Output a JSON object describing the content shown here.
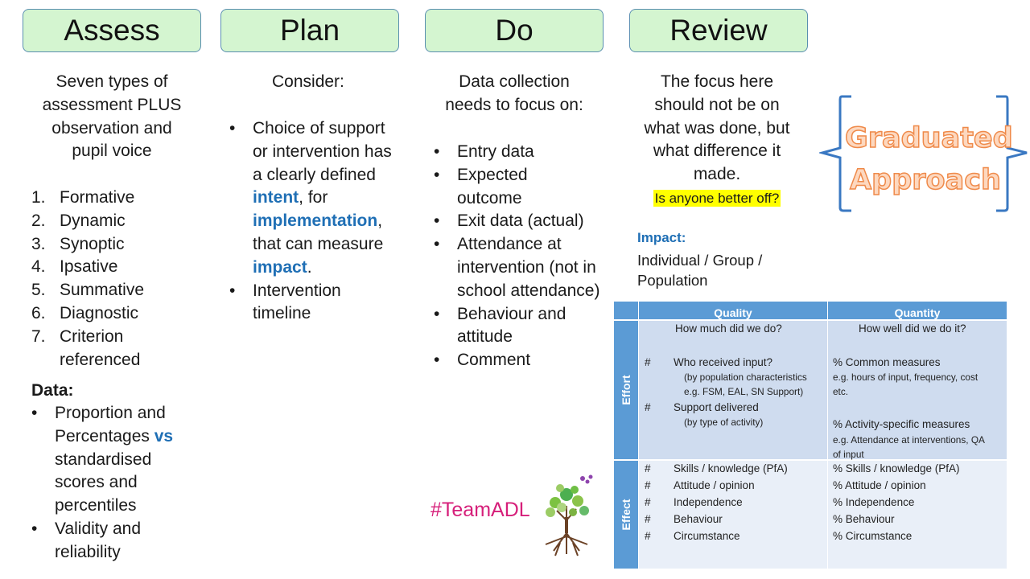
{
  "headers": [
    "Assess",
    "Plan",
    "Do",
    "Review"
  ],
  "assess": {
    "intro": [
      "Seven types of",
      "assessment PLUS",
      "observation and",
      "pupil voice"
    ],
    "types": [
      {
        "n": "1.",
        "text": "Formative"
      },
      {
        "n": "2.",
        "text": "Dynamic"
      },
      {
        "n": "3.",
        "text": "Synoptic"
      },
      {
        "n": "4.",
        "text": "Ipsative"
      },
      {
        "n": "5.",
        "text": "Summative"
      },
      {
        "n": "6.",
        "text": "Diagnostic"
      },
      {
        "n": "7.",
        "text": "Criterion referenced"
      }
    ],
    "data_heading": "Data:",
    "data_items": [
      {
        "pre": "Proportion  and Percentages ",
        "blue": "vs",
        "post": " standardised scores and percentiles"
      },
      {
        "pre": "Validity and reliability",
        "blue": "",
        "post": ""
      }
    ]
  },
  "plan": {
    "intro": "Consider:",
    "b1_pre": "Choice of support or intervention has a clearly defined ",
    "b1_intent": "intent",
    "b1_mid": ", for ",
    "b1_impl": "implementation",
    "b1_mid2": ", that can measure ",
    "b1_impact": "impact",
    "b1_end": ".",
    "b2": "Intervention timeline"
  },
  "do": {
    "intro": [
      "Data collection",
      "needs to focus on:"
    ],
    "items": [
      "Entry data",
      "Expected outcome",
      "Exit data (actual)",
      "Attendance at intervention (not in school attendance)",
      "Behaviour and attitude",
      "Comment"
    ]
  },
  "review": {
    "lines": [
      "The focus here",
      "should not be on",
      "what was done, but",
      "what difference it",
      "made."
    ],
    "highlight": "Is anyone better off?",
    "impact_label": "Impact:",
    "impact_text_1": "Individual / Group /",
    "impact_text_2": "Population"
  },
  "graduated": [
    "Graduated",
    "Approach"
  ],
  "team": "#TeamADL",
  "matrix": {
    "col_quality": "Quality",
    "col_quantity": "Quantity",
    "row_effort": "Effort",
    "row_effect": "Effect",
    "q_how_much": "How much did we do?",
    "q_how_well": "How well did we do it?",
    "effort_left": {
      "h1": "#",
      "l1": "Who received input?",
      "s1": "(by population characteristics",
      "s2": "e.g. FSM, EAL, SN Support)",
      "h2": "#",
      "l2": "Support  delivered",
      "s3": "(by type of activity)"
    },
    "effort_right": {
      "l1": "% Common  measures",
      "s1": "e.g. hours of input, frequency, cost",
      "s2": "etc.",
      "l2": "% Activity-specific measures",
      "s3": "e.g. Attendance at interventions, QA",
      "s4": "of input"
    },
    "effect_left": [
      "Skills / knowledge (PfA)",
      "Attitude / opinion",
      "Independence",
      "Behaviour",
      "Circumstance"
    ],
    "effect_right": [
      "% Skills / knowledge (PfA)",
      "% Attitude / opinion",
      "% Independence",
      "% Behaviour",
      "% Circumstance"
    ],
    "hash": "#"
  }
}
